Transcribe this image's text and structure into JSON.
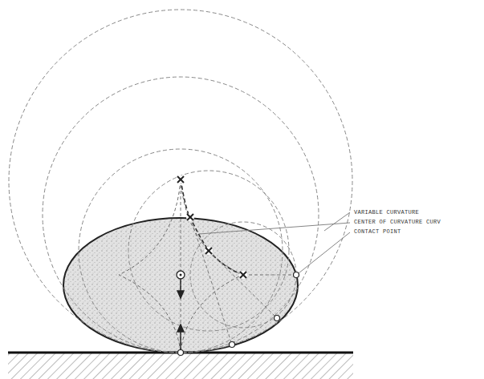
{
  "diagram": {
    "labels": [
      "VARIABLE CURVATURE",
      "CENTER OF CURVATURE CURV",
      "CONTACT POINT"
    ]
  }
}
